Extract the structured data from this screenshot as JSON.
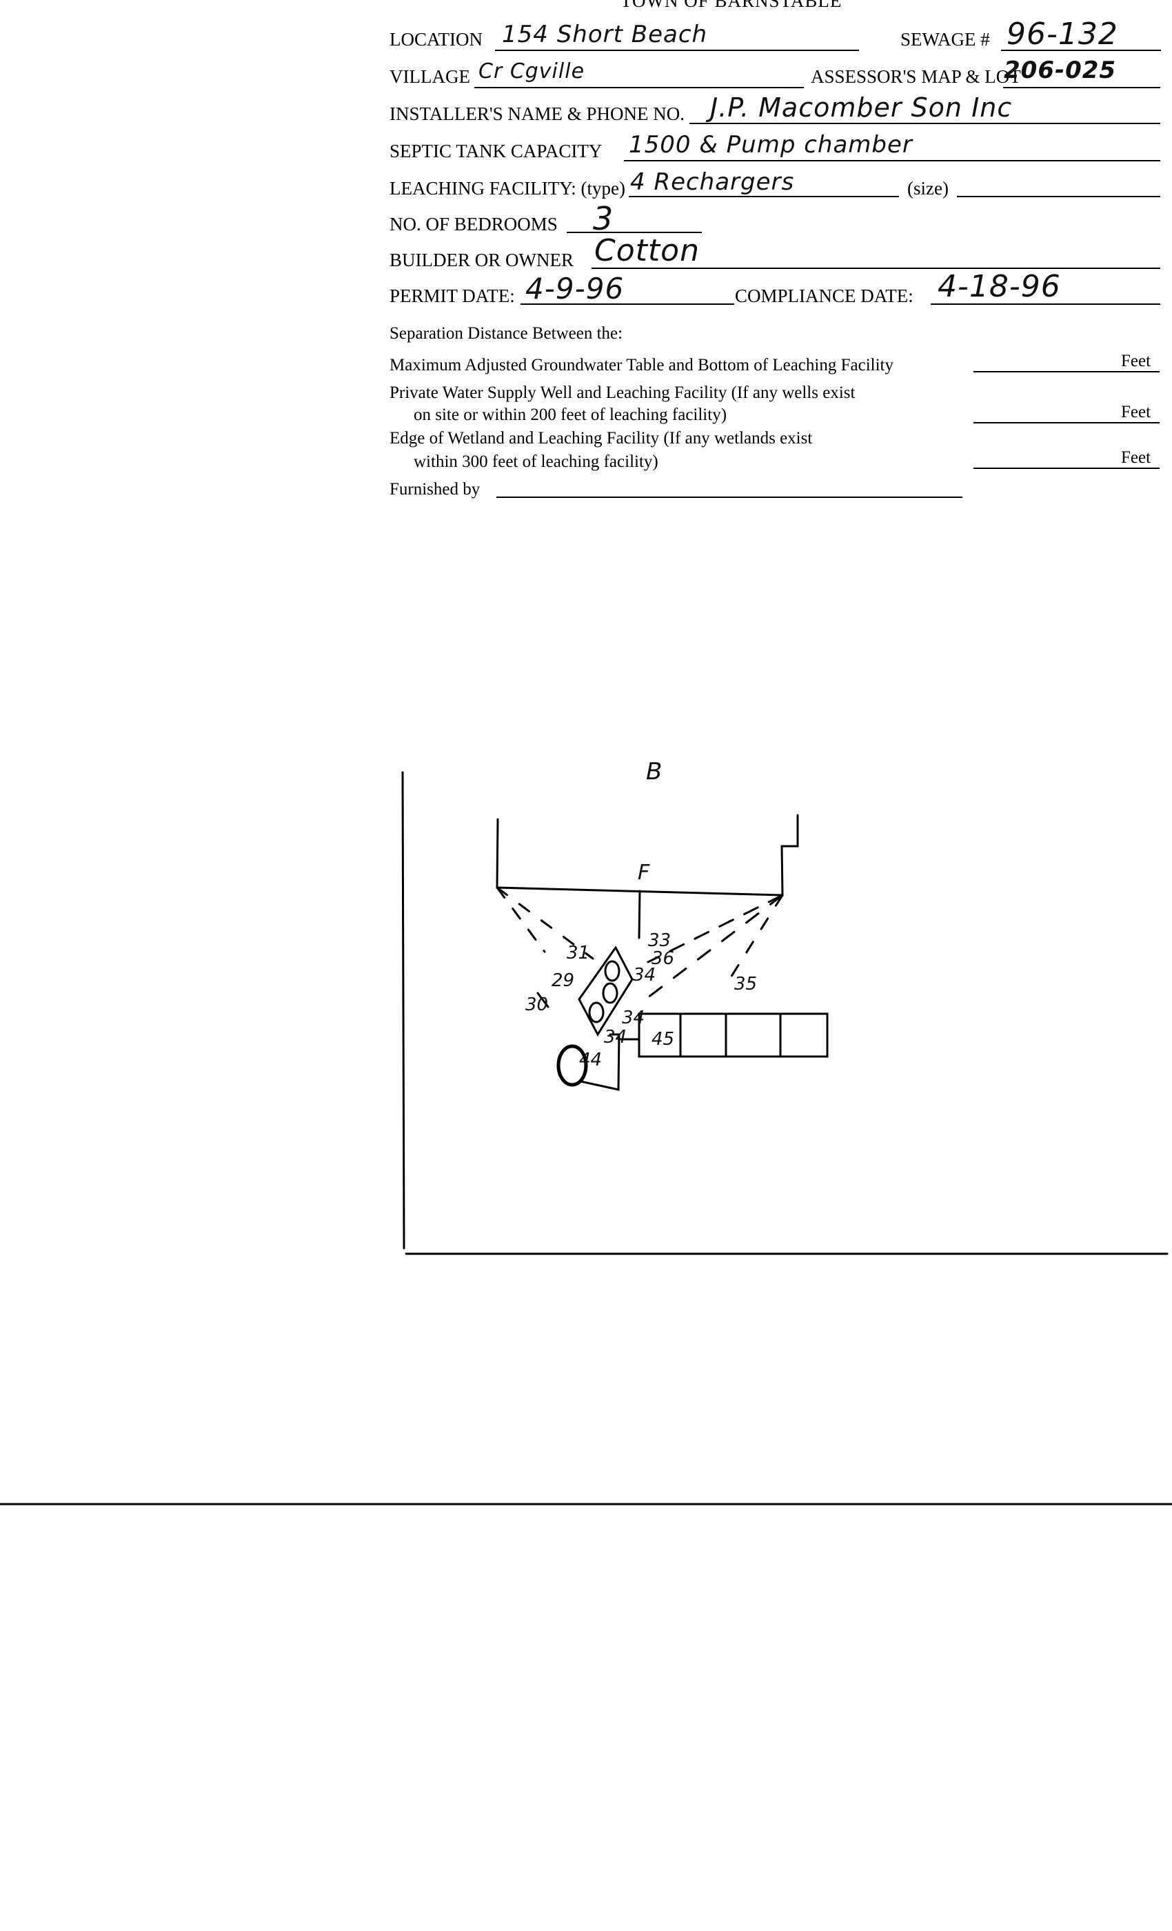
{
  "form": {
    "title": "TOWN OF BARNSTABLE",
    "fields": {
      "location": {
        "label": "LOCATION",
        "value": "154 Short Beach"
      },
      "sewage": {
        "label": "SEWAGE #",
        "value": "96-132"
      },
      "village": {
        "label": "VILLAGE",
        "value": "Cr Cgville"
      },
      "map_lot": {
        "label": "ASSESSOR'S MAP & LOT",
        "value": "206-025"
      },
      "installer": {
        "label": "INSTALLER'S NAME & PHONE NO.",
        "value": "J.P. Macomber Son Inc"
      },
      "tank": {
        "label": "SEPTIC TANK CAPACITY",
        "value": "1500 & Pump chamber"
      },
      "leaching": {
        "label": "LEACHING FACILITY: (type)",
        "value": "4 Rechargers",
        "size_label": "(size)",
        "size_value": ""
      },
      "bedrooms": {
        "label": "NO. OF BEDROOMS",
        "value": "3"
      },
      "owner": {
        "label": "BUILDER OR OWNER",
        "value": "Cotton"
      },
      "permit_date": {
        "label": "PERMIT DATE:",
        "value": "4-9-96"
      },
      "compliance_date": {
        "label": "COMPLIANCE DATE:",
        "value": "4-18-96"
      }
    },
    "separation": {
      "heading": "Separation Distance Between the:",
      "rows": [
        {
          "line1": "Maximum Adjusted Groundwater Table and Bottom of Leaching Facility",
          "line2": "",
          "unit": "Feet"
        },
        {
          "line1": "Private Water Supply Well and Leaching Facility  (If any wells exist",
          "line2": "on site or within 200 feet of leaching facility)",
          "unit": "Feet"
        },
        {
          "line1": "Edge of Wetland and Leaching Facility (If any wetlands exist",
          "line2": "within 300 feet of leaching facility)",
          "unit": "Feet"
        }
      ],
      "furnished_label": "Furnished by"
    }
  },
  "sketch": {
    "top_label": "B",
    "house_label": "F",
    "measurements": [
      "45",
      "44",
      "35",
      "30",
      "29",
      "31",
      "33",
      "36",
      "34",
      "34",
      "34"
    ]
  }
}
